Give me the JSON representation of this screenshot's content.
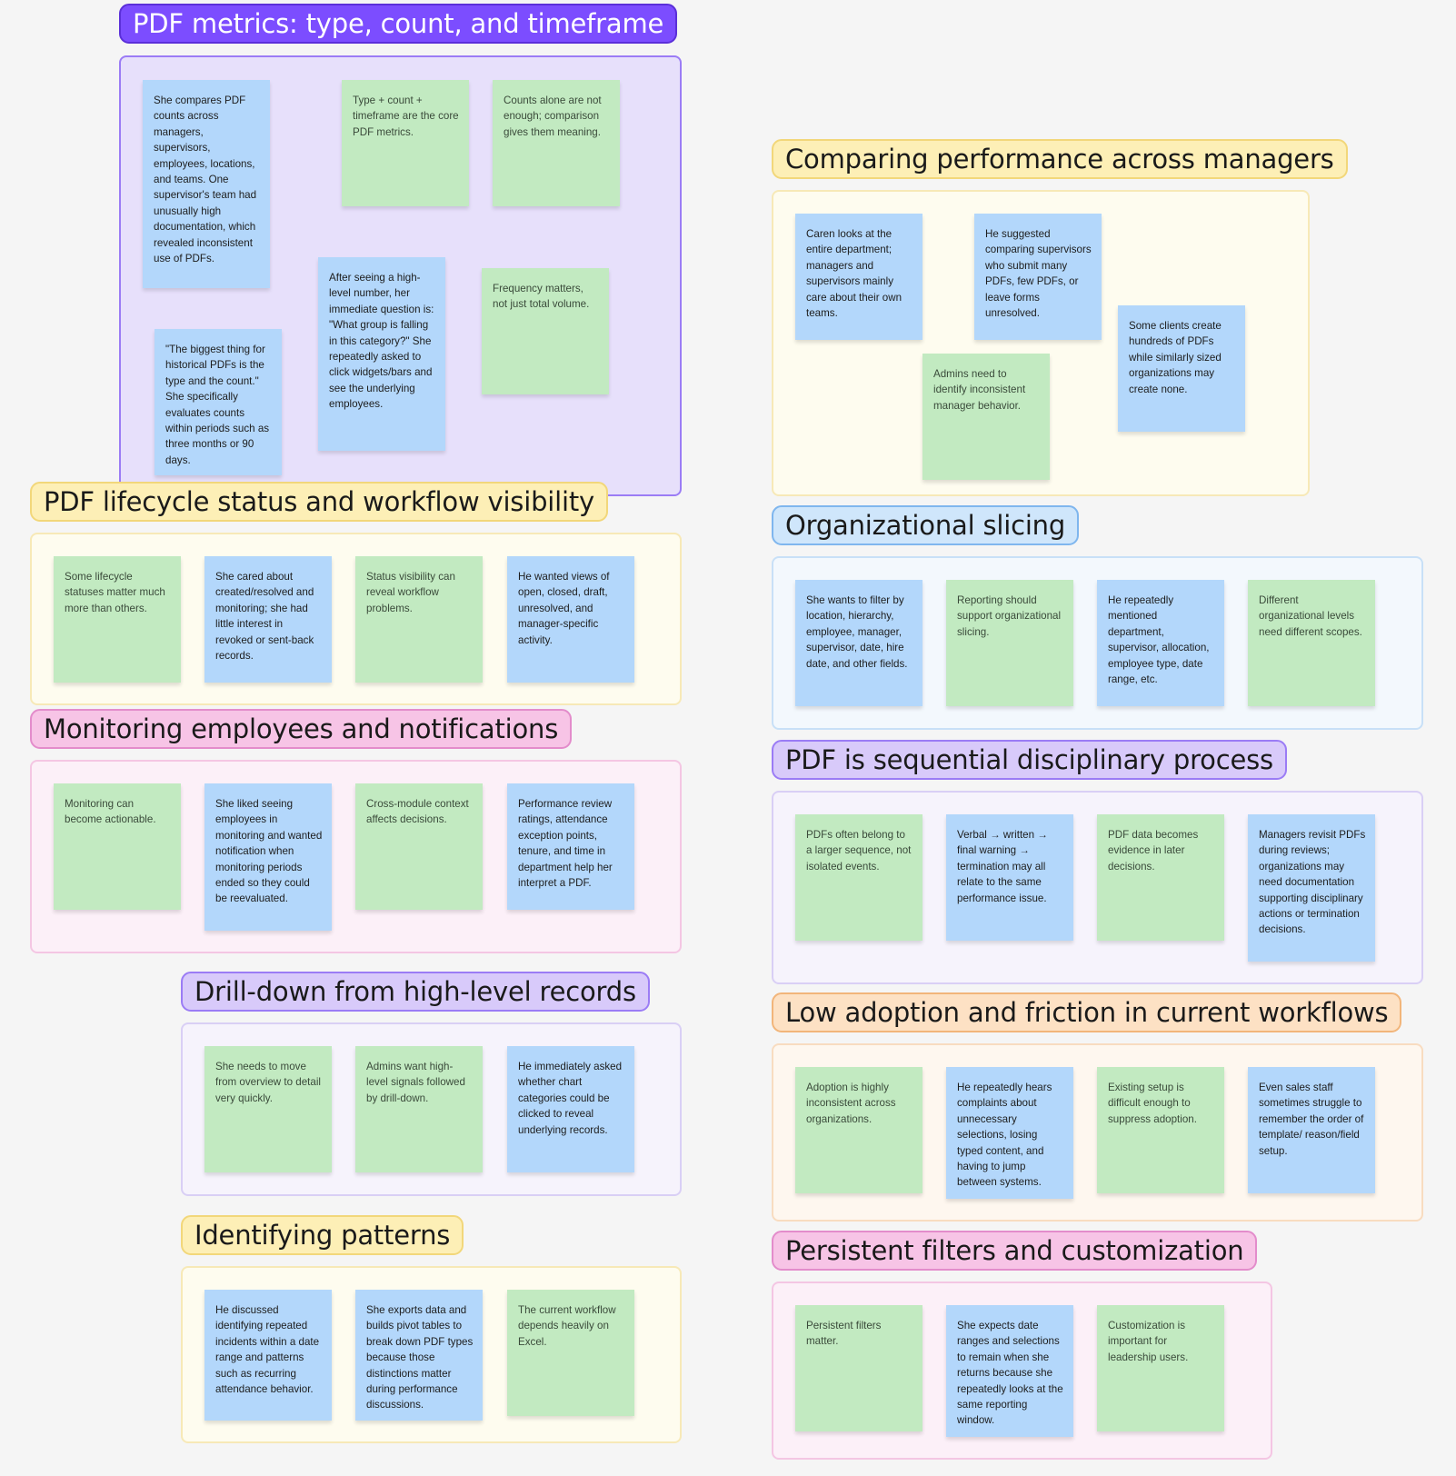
{
  "colors": {
    "blue_sticky": "#b3d7fb",
    "green_sticky": "#c2eac1",
    "purple_title": "#7c4dff",
    "lavender_title": "#d8cafa",
    "yellow_title": "#fdefb6",
    "blue_title": "#cfe6fb",
    "pink_title": "#f7c4e6",
    "orange_title": "#fde1c4"
  },
  "clusters": {
    "pdf_metrics": {
      "title": "PDF metrics: type, count, and timeframe",
      "notes": [
        "She compares PDF counts across managers, supervisors, employees, locations, and teams. One supervisor's team had unusually high documentation, which revealed inconsistent use of PDFs.",
        "Type + count + timeframe are the core PDF metrics.",
        "Counts alone are not enough; comparison gives them meaning.",
        "After seeing a high-level number, her immediate question is: \"What group is falling in this category?\" She repeatedly asked to click widgets/bars and see the underlying employees.",
        "Frequency matters, not just total volume.",
        "\"The biggest thing for historical PDFs is the type and the count.\" She specifically evaluates counts within periods such as three months or 90 days."
      ]
    },
    "lifecycle": {
      "title": "PDF lifecycle status and workflow visibility",
      "notes": [
        "Some lifecycle statuses matter much more than others.",
        "She cared about created/resolved and monitoring; she had little interest in revoked or sent-back records.",
        "Status visibility can reveal workflow problems.",
        "He wanted views of open, closed, draft, unresolved, and manager-specific activity."
      ]
    },
    "monitoring": {
      "title": "Monitoring employees and notifications",
      "notes": [
        "Monitoring can become actionable.",
        "She liked seeing employees in monitoring and wanted notification when monitoring periods ended so they could be reevaluated.",
        "Cross-module context affects decisions.",
        "Performance review ratings, attendance exception points, tenure, and time in department help her interpret a PDF."
      ]
    },
    "drilldown": {
      "title": "Drill-down from high-level records",
      "notes": [
        "She needs to move from overview to detail very quickly.",
        "Admins want high-level signals followed by drill-down.",
        "He immediately asked whether chart categories could be clicked to reveal underlying records."
      ]
    },
    "patterns": {
      "title": "Identifying patterns",
      "notes": [
        "He discussed identifying repeated incidents within a date range and patterns such as recurring attendance behavior.",
        "She exports data and builds pivot tables to break down PDF types because those distinctions matter during performance discussions.",
        "The current workflow depends heavily on Excel."
      ]
    },
    "managers": {
      "title": "Comparing performance across managers",
      "notes": [
        "Caren looks at the entire department; managers and supervisors mainly care about their own teams.",
        "He suggested comparing supervisors who submit many PDFs, few PDFs, or leave forms unresolved.",
        "Some clients create hundreds of PDFs while similarly sized organizations may create none.",
        "Admins need to identify inconsistent manager behavior."
      ]
    },
    "slicing": {
      "title": "Organizational slicing",
      "notes": [
        "She wants to filter by location, hierarchy, employee, manager, supervisor, date, hire date, and other fields.",
        "Reporting should support organizational slicing.",
        "He repeatedly mentioned department, supervisor, allocation, employee type, date range, etc.",
        "Different organizational levels need different scopes."
      ]
    },
    "sequential": {
      "title": "PDF is sequential disciplinary process",
      "notes": [
        "PDFs often belong to a larger sequence, not isolated events.",
        "Verbal → written → final warning → termination may all relate to the same performance issue.",
        "PDF data becomes evidence in later decisions.",
        "Managers revisit PDFs during reviews; organizations may need documentation supporting disciplinary actions or termination decisions."
      ]
    },
    "adoption": {
      "title": "Low adoption and friction in current workflows",
      "notes": [
        "Adoption is highly inconsistent across organizations.",
        "He repeatedly hears complaints about unnecessary selections, losing typed content, and having to jump between systems.",
        "Existing setup is difficult enough to suppress adoption.",
        "Even sales staff sometimes struggle to remember the order of template/ reason/field setup."
      ]
    },
    "filters": {
      "title": "Persistent filters and customization",
      "notes": [
        "Persistent filters matter.",
        "She expects date ranges and selections to remain when she returns because she repeatedly looks at the same reporting window.",
        "Customization is important for leadership users."
      ]
    }
  }
}
